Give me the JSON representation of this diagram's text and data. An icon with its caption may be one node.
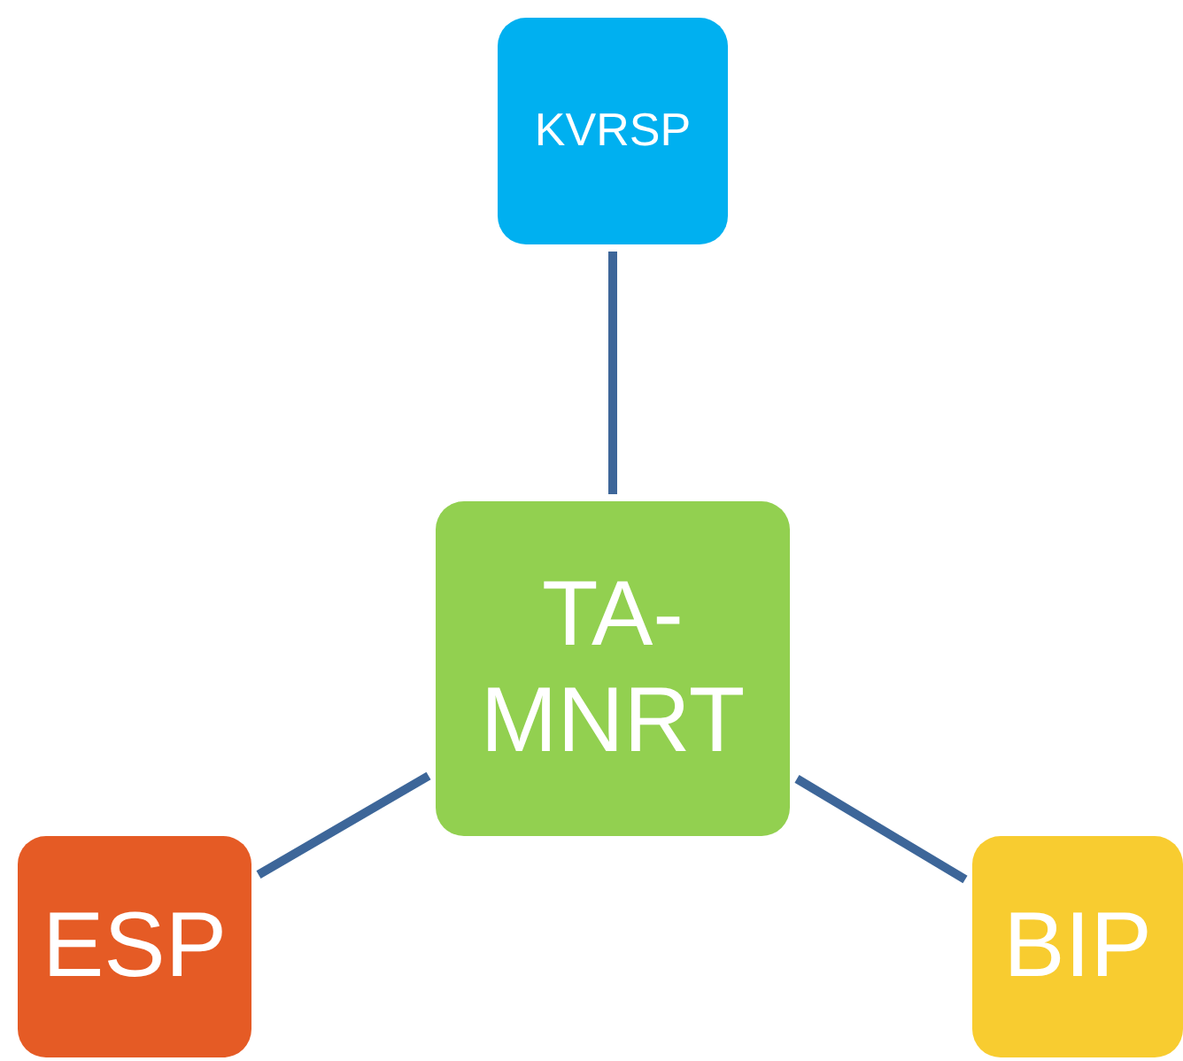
{
  "diagram": {
    "nodes": [
      {
        "text": [
          "KVRSP"
        ]
      },
      {
        "text": [
          "TA-MNRT"
        ]
      },
      {
        "text": [
          "ESP"
        ]
      },
      {
        "text": [
          "BIP"
        ]
      }
    ],
    "edges": [
      {
        "from": 0,
        "to": 1,
        "arrow": "none"
      },
      {
        "from": 1,
        "to": 2,
        "arrow": "none"
      },
      {
        "from": 1,
        "to": 3,
        "arrow": "none"
      }
    ]
  }
}
